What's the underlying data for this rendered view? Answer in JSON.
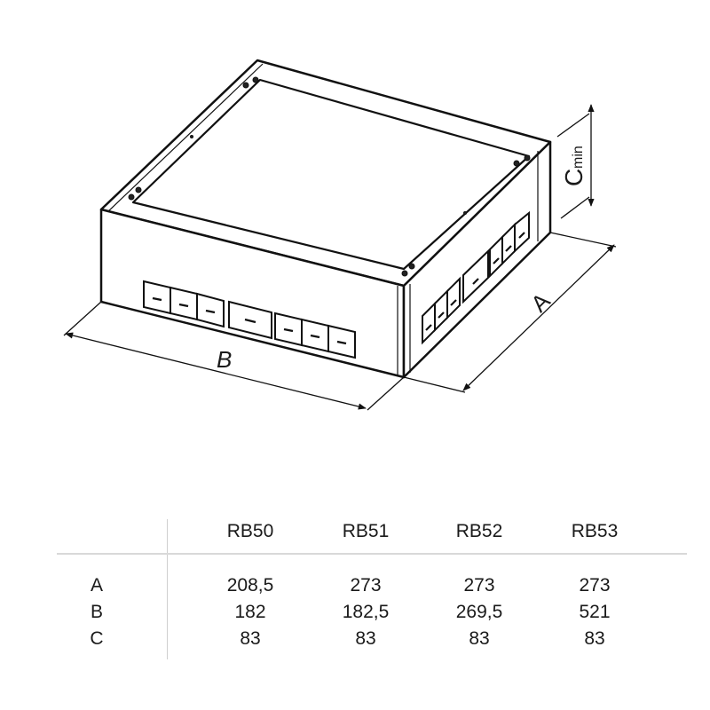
{
  "drawing": {
    "title": "Floor box isometric dimension drawing",
    "labels": {
      "dim_b": "B",
      "dim_a": "A",
      "dim_c": "C",
      "dim_c_sub": "min"
    }
  },
  "table": {
    "columns": [
      "RB50",
      "RB51",
      "RB52",
      "RB53"
    ],
    "rows": [
      {
        "label": "A",
        "values": [
          "208,5",
          "273",
          "273",
          "273"
        ]
      },
      {
        "label": "B",
        "values": [
          "182",
          "182,5",
          "269,5",
          "521"
        ]
      },
      {
        "label": "C",
        "values": [
          "83",
          "83",
          "83",
          "83"
        ]
      }
    ]
  }
}
